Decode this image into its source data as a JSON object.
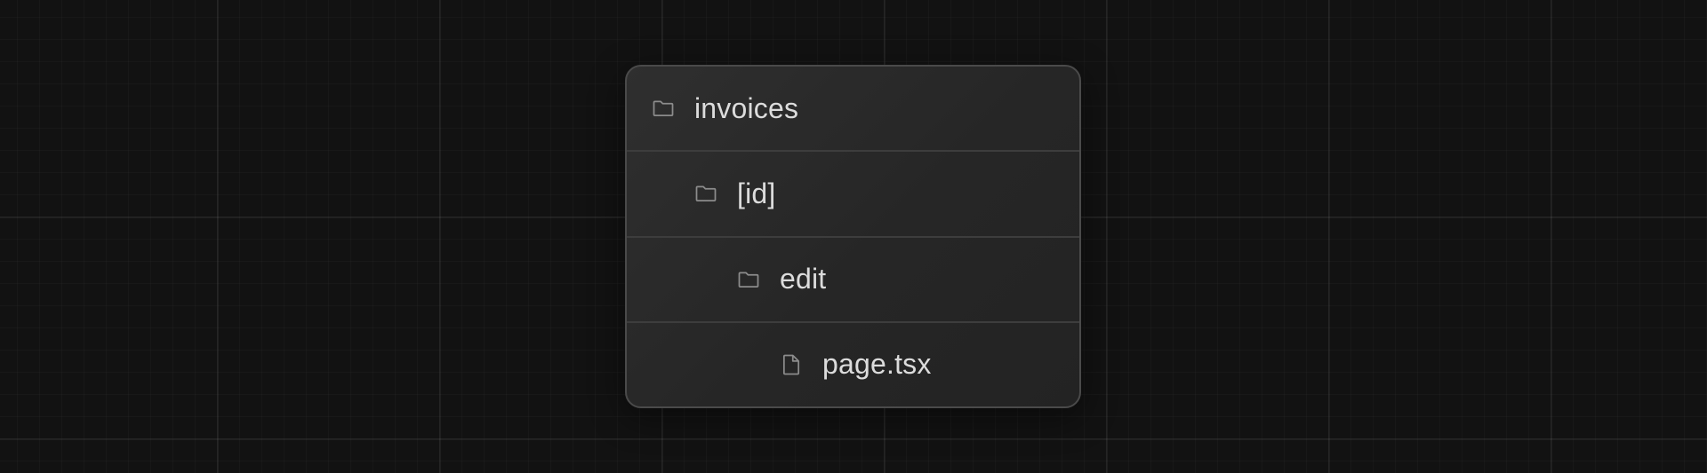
{
  "tree": {
    "items": [
      {
        "label": "invoices",
        "icon": "folder-icon",
        "depth": 0
      },
      {
        "label": "[id]",
        "icon": "folder-icon",
        "depth": 1
      },
      {
        "label": "edit",
        "icon": "folder-icon",
        "depth": 2
      },
      {
        "label": "page.tsx",
        "icon": "file-icon",
        "depth": 3
      }
    ]
  },
  "colors": {
    "background": "#121212",
    "panel": "#2a2a2a",
    "panel_border": "#4a4a4a",
    "text": "#dcdcdc",
    "icon": "#8c8c8c"
  }
}
